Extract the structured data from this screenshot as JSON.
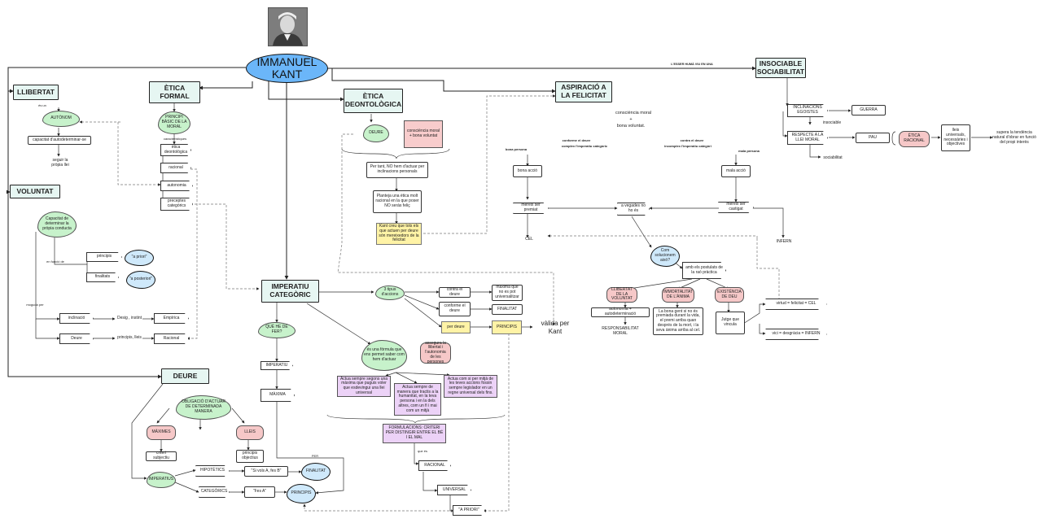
{
  "title": "IMMANUEL KANT",
  "colors": {
    "kant_fill": "#6bb6f9",
    "header_fill": "#e6f6f2",
    "green": "#bfefc4",
    "pink": "#f6c8c8",
    "yellow": "#fff3a6",
    "purple": "#ecd2f7",
    "blue_cloud": "#cfe9fb"
  },
  "nodes": {
    "llibertat": "LLIBERTAT",
    "es_un": "és un",
    "autonom": "AUTÒNOM",
    "capacitat_autodeterminar": "capacitat d'autodeterminar-se",
    "seguir_propia_llei": "seguir la pròpia llei",
    "voluntat": "VOLUNTAT",
    "capacitat_determinar": "Capacitat de determinar la pròpia conducta",
    "en_funcio_de": "en funció de",
    "principis_l": "principis",
    "finalitats": "finalitats",
    "a_priori_1": "\"a priori\"",
    "a_posteriori": "\"a posteriori\"",
    "moguda_per": "moguda per",
    "inclinacio": "inclinació",
    "desig_instint": "Desig , instint",
    "empirica": "Empírica",
    "deure_l": "Deure",
    "principis_lleis": "principis, lleis",
    "racional_l": "Racional",
    "etica_formal": "ÈTICA FORMAL",
    "principi_basic": "PRINCIPI BÀSIC DE LA MORAL",
    "caracteristiques": "característiques",
    "etica_deontologica_s": "ètica deontològica",
    "racional_f": "racional",
    "autonomia": "autonomia",
    "preceptes": "preceptes categòrics",
    "etica_deontologica": "ÈTICA DEONTOLÒGICA",
    "deure_cloud": "DEURE",
    "consciencia_moral_bv": "consciència moral + bona voluntat",
    "per_tant": "Per tant, NO hem d'actuar per inclinacions personals",
    "planteja": "Planteja una ètica molt racional en la que poser NO serás feliç",
    "kant_creu": "Kant creu que tots els que actuen per deure són mereixedors de la felicitat",
    "aspiracio": "ASPIRACIÓ A LA FELICITAT",
    "consciencia_moral": "consciència moral",
    "plus": "+",
    "bona_voluntat": "bona voluntat.",
    "conforme_deure": "conforme el deure",
    "contra_deure": "contra el deure",
    "complex_imperatiu": "complex l'imperatiu categòric",
    "incomplex_imperatiu": "incomplex l'imperatiu categòri",
    "bona_persona": "bona persona",
    "mala_persona": "mala persona",
    "bona_accio": "bona acció",
    "mala_accio": "mala acció",
    "mereix_premiat": "mereix ser premiat",
    "a_vegades": "a vegades no ho és",
    "mereix_castigat": "mereix ser castigat",
    "cel": "CEL",
    "infern": "INFERN",
    "com_solucionem": "Com solucionem això?",
    "amb_postulats": "amb els postulats de la raó pràctica",
    "llibertat_voluntat": "LLIBERTAT DE LA VOLUNTAT",
    "immortalitat": "IMMORTALITAT DE L'ÀNIMA",
    "existencia_deu": "EXISTÈNCIA DE DEU",
    "autonomia_auto": "autonomia + autodeterminació",
    "responsabilitat": "RESPONSABILITAT MORAL",
    "bona_gent": "La bona gent si no és premiada durant la vida, el premi arriba quan després de la mort, i la seva ànima arriba al cel.",
    "jutge": "Jutge que vincula",
    "virtut": "virtud = felicitat = CEL",
    "vici": "vici = desgràcia = INFERN",
    "insociable": "INSOCIABLE SOCIABILITAT",
    "esser_huma": "L'ESSER HUMÀ VIU EN UNA",
    "inclinacions_egoistes": "INCLINACIONS EGOISTES",
    "guerra": "GUERRA",
    "insociable_s": "insociable",
    "respecte_llei": "RESPECTE A LA LLEI MORAL",
    "pau": "PAU",
    "sociabilitat": "sociabilitat",
    "etica_racional": "ÈTICA RACIONAL",
    "lleis_universals": "lleis universals, necessàries i objectives",
    "supera": "supera la tendència natural d'obrar en funció del propi interès",
    "imperatiu_categoric": "IMPERATIU CATEGÒRIC",
    "tres_tipus": "3 tipus d'accions",
    "contra_el_deure": "contra el deure",
    "conforme_el_deure": "conforme el deure",
    "per_deure": "per deure",
    "maxima_no_universalitzar": "màxima que no es pot universalitzar",
    "finalitat": "FINALITAT",
    "principis_c": "PRINCIPIS",
    "valida_kant": "vàlida per Kant",
    "que_he_de_fer": "QUÈ HE DE FER?",
    "imperatiu": "IMPERATIU",
    "maxima": "MÀXIMA",
    "per": "PER",
    "es_formula": "és una fórmula que ens permet saber com hem d'actuar",
    "assegura": "assegura la llibertat i l'autonomia de les persones",
    "actua_maxima": "Actua sempre segons una màxima que puguis voler que esdevingui una llei universal",
    "actua_humanitat": "Actua sempre de manera que tractis a la humanitat, en la teva persona i en la dels altres, com un fi i mai com un mitjà",
    "actua_legislador": "Actua com si per mitjà de les teves accions fossin sempre legislador en un regne universal dels fins.",
    "formulacions": "FORMULACIONS: CRITERI PER DISTINGIR ENTRE EL BÉ I EL MAL",
    "que_es": "que és",
    "racional_c": "RACIONAL",
    "universal": "UNIVERSAL",
    "a_priori_2": "\"A PRIORI\"",
    "deure_hdr": "DEURE",
    "obligacio": "OBLIGACIÓ D'ACTUAR DE DETERMINADA MANERA",
    "maximes": "MÀXIMES",
    "lleis": "LLEIS",
    "criteri_subjectiu": "criteri subjectiu",
    "principis_objectius": "principis objectius",
    "imperatius": "IMPERATIUS",
    "hipotetics": "HIPOTÈTICS",
    "categorics": "CATEGÒRICS",
    "si_vols": "\"Si vols A, fes B\"",
    "fes_a": "\"Fes A\"",
    "finalitat_b": "FINALITAT",
    "principis_b": "PRINCIPIS"
  }
}
